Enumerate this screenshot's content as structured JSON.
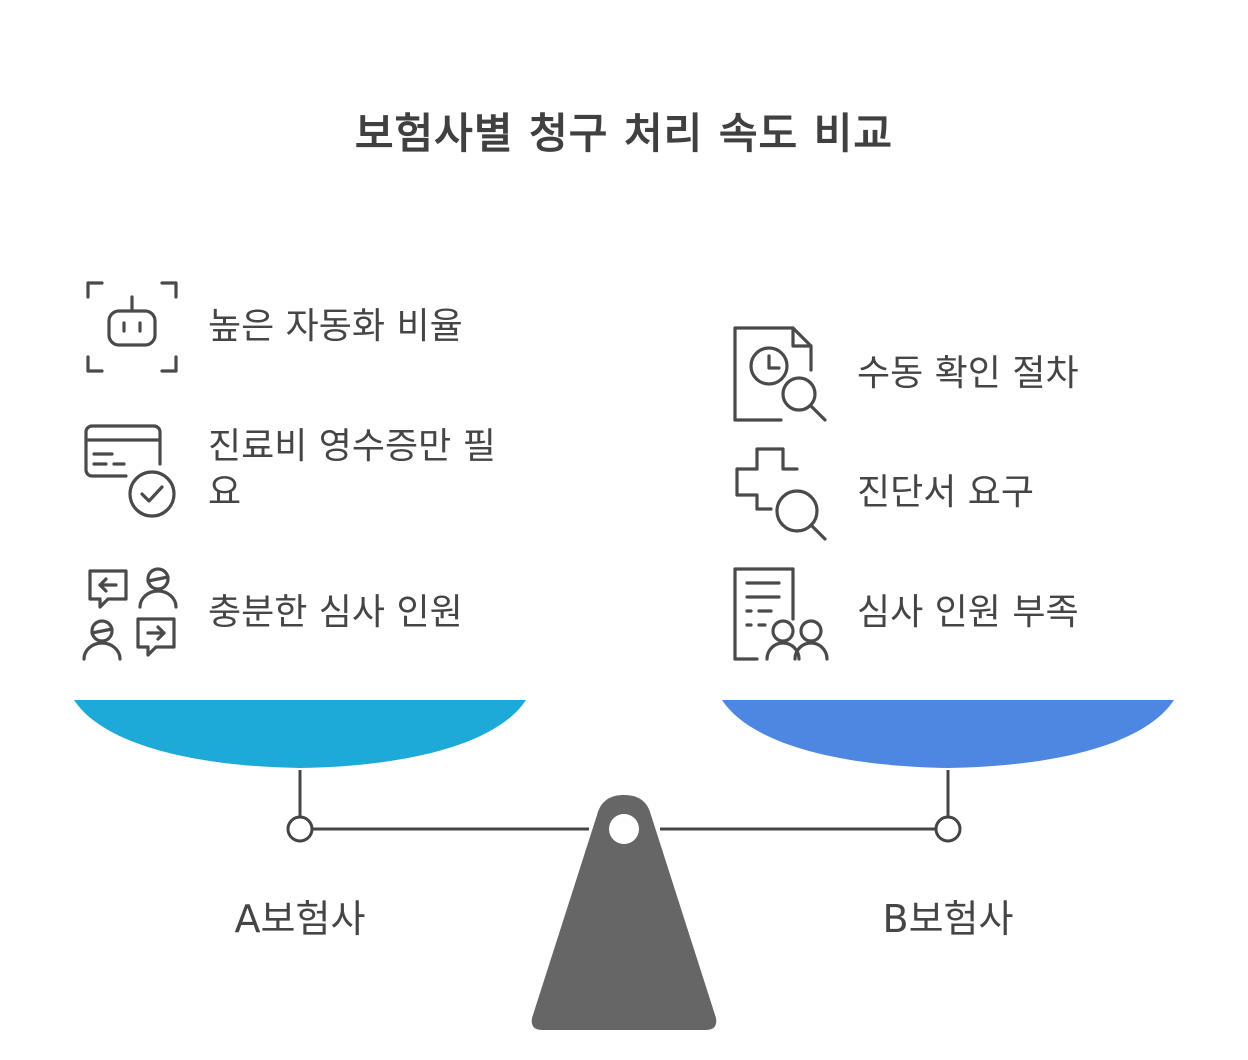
{
  "title": "보험사별 청구 처리 속도 비교",
  "colors": {
    "left_pan": "#1eaad8",
    "right_pan": "#4d87e2",
    "fulcrum": "#666666",
    "beam": "#454545",
    "icon_stroke": "#4a4a4a"
  },
  "left": {
    "name": "A보험사",
    "items": [
      {
        "icon": "robot-face-icon",
        "label": "높은 자동화 비율"
      },
      {
        "icon": "card-check-icon",
        "label": "진료비 영수증만 필요"
      },
      {
        "icon": "staff-exchange-icon",
        "label": "충분한 심사 인원"
      }
    ]
  },
  "right": {
    "name": "B보험사",
    "items": [
      {
        "icon": "document-clock-search-icon",
        "label": "수동 확인 절차"
      },
      {
        "icon": "medical-cross-search-icon",
        "label": "진단서 요구"
      },
      {
        "icon": "document-people-icon",
        "label": "심사 인원 부족"
      }
    ]
  }
}
